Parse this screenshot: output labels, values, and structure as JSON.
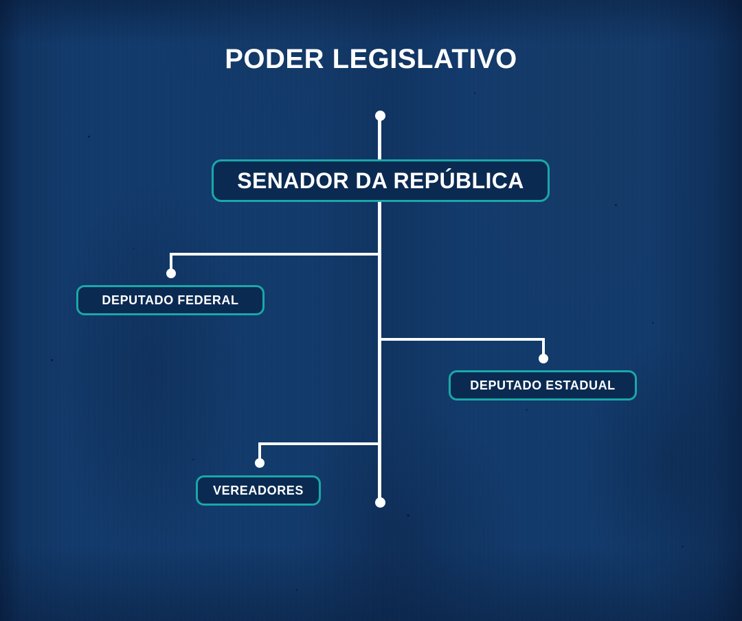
{
  "page": {
    "title": "PODER LEGISLATIVO",
    "background_color": "#123A6B",
    "accent_color": "#1BA8A8",
    "node_fill_color": "#0A2A52",
    "connector_color": "#FFFFFF",
    "text_color": "#FFFFFF"
  },
  "diagram": {
    "type": "organizational-hierarchy",
    "root": {
      "label": "SENADOR DA REPÚBLICA"
    },
    "children": [
      {
        "label": "DEPUTADO FEDERAL",
        "side": "left"
      },
      {
        "label": "DEPUTADO ESTADUAL",
        "side": "right"
      },
      {
        "label": "VEREADORES",
        "side": "left"
      }
    ]
  }
}
